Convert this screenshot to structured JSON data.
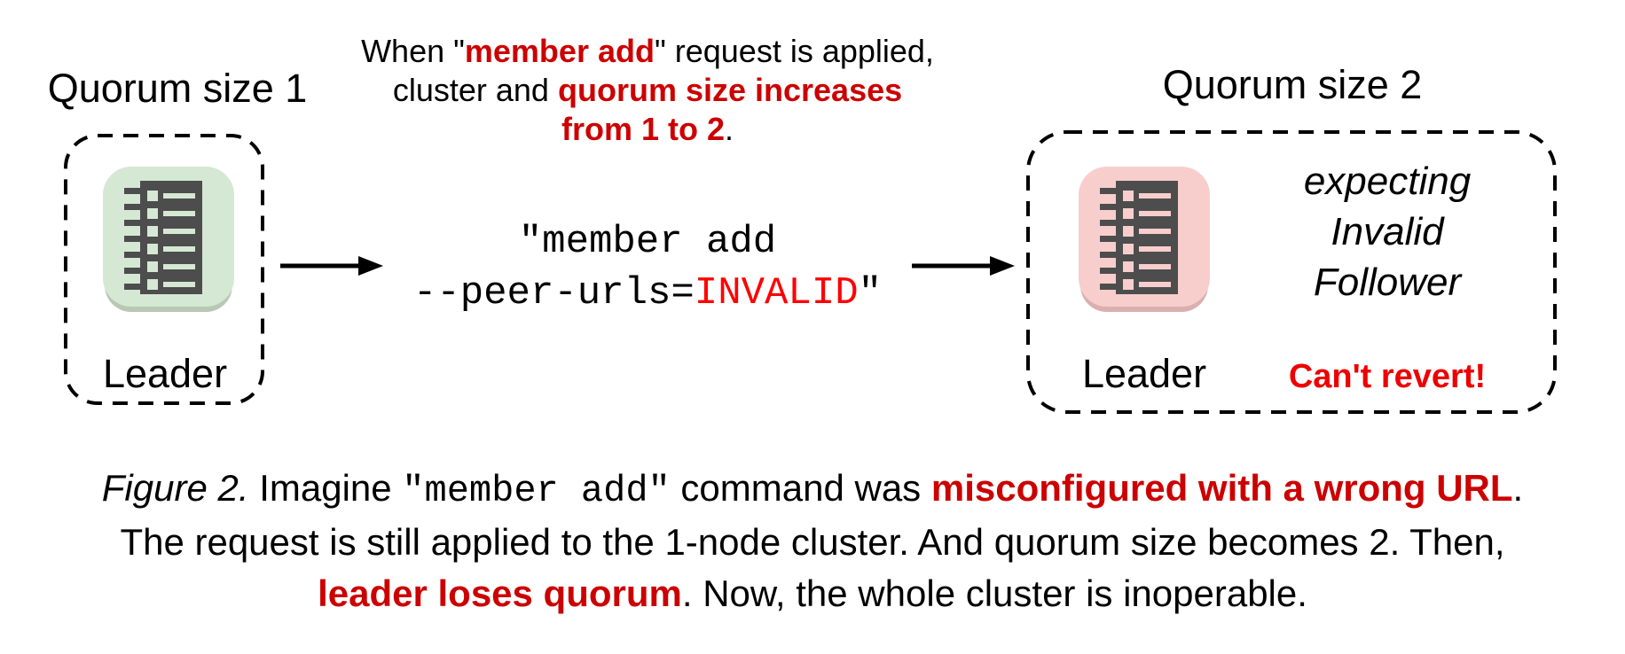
{
  "colors": {
    "em_red": "#cc0000",
    "code_red": "#ff0000",
    "warn_red": "#ee0000",
    "tile_green": "#d5e8d4",
    "tile_green_shadow": "#b7c8b3",
    "tile_pink": "#f8cecc",
    "tile_pink_shadow": "#d9b0ae",
    "icon_dark": "#4d4d4d",
    "line_black": "#000000"
  },
  "left_cluster": {
    "title": "Quorum size 1",
    "node_label": "Leader"
  },
  "right_cluster": {
    "title": "Quorum size 2",
    "node_label": "Leader",
    "expectation_lines": [
      "expecting",
      "Invalid",
      "Follower"
    ],
    "warning": "Can't revert!"
  },
  "top_note": {
    "lines": [
      [
        {
          "t": "When \"",
          "s": "p"
        },
        {
          "t": "member add",
          "s": "em"
        },
        {
          "t": "\" request is applied,",
          "s": "p"
        }
      ],
      [
        {
          "t": "cluster and ",
          "s": "p"
        },
        {
          "t": "quorum size increases",
          "s": "em"
        }
      ],
      [
        {
          "t": "from 1 to 2",
          "s": "em"
        },
        {
          "t": ".",
          "s": "p"
        }
      ]
    ]
  },
  "command": {
    "lines": [
      [
        {
          "t": "\"member add",
          "s": "p"
        }
      ],
      [
        {
          "t": "--peer-urls=",
          "s": "p"
        },
        {
          "t": "INVALID",
          "s": "code-red"
        },
        {
          "t": "\"",
          "s": "p"
        }
      ]
    ]
  },
  "caption": {
    "lines": [
      [
        {
          "t": "Figure 2.",
          "s": "it"
        },
        {
          "t": " Imagine ",
          "s": "p"
        },
        {
          "t": "\"member add\"",
          "s": "mono"
        },
        {
          "t": " command was ",
          "s": "p"
        },
        {
          "t": "misconfigured with a wrong URL",
          "s": "em"
        },
        {
          "t": ".",
          "s": "p"
        }
      ],
      [
        {
          "t": "The request is still applied to the 1-node cluster. And quorum size becomes 2. Then,",
          "s": "p"
        }
      ],
      [
        {
          "t": "leader loses quorum",
          "s": "em"
        },
        {
          "t": ". Now, the whole cluster is inoperable.",
          "s": "p"
        }
      ]
    ]
  }
}
